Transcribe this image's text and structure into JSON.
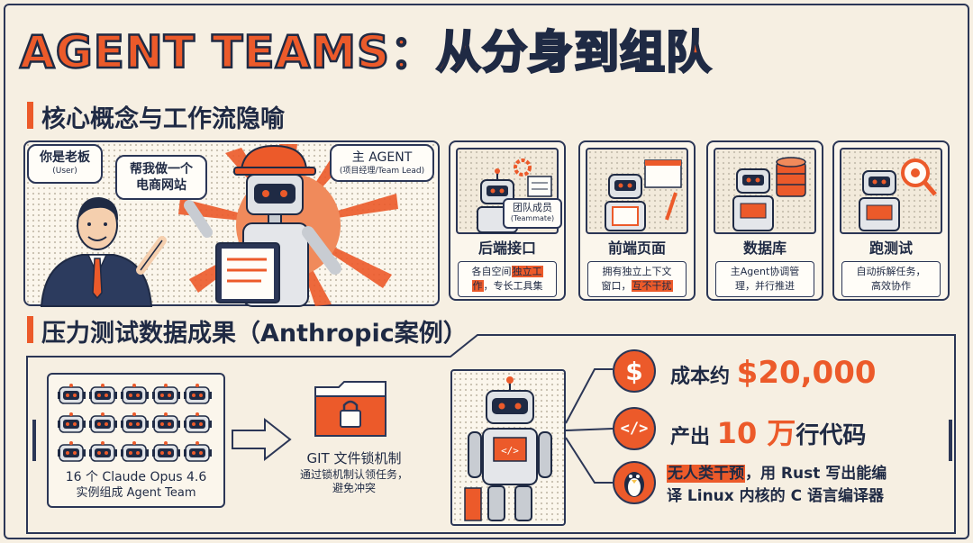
{
  "title": "AGENT TEAMS：从分身到组队",
  "section1": {
    "title": "核心概念与工作流隐喻",
    "boss_bubble": {
      "main": "你是老板",
      "sub": "(User)"
    },
    "request_bubble": {
      "line1": "帮我做一个",
      "line2": "电商网站"
    },
    "agent_bubble": {
      "main": "主 AGENT",
      "sub": "(项目经理/Team Lead)"
    },
    "teammate_badge": {
      "main": "团队成员",
      "sub": "(Teammate)"
    },
    "cards": [
      {
        "name": "后端接口",
        "desc_pre": "各自空间",
        "desc_hl": "独立工",
        "desc_line2_hl": "作",
        "desc_line2": "，专长工具集"
      },
      {
        "name": "前端页面",
        "desc_pre": "拥有独立上下文",
        "desc_line2_pre": "窗口，",
        "desc_line2_hl": "互不干扰"
      },
      {
        "name": "数据库",
        "desc_line1": "主Agent协调管",
        "desc_line2": "理，并行推进"
      },
      {
        "name": "跑测试",
        "desc_line1": "自动拆解任务，",
        "desc_line2": "高效协作"
      }
    ]
  },
  "section2": {
    "title": "压力测试数据成果（Anthropic案例）",
    "fleet": {
      "line1": "16 个 Claude Opus 4.6",
      "line2": "实例组成 Agent Team"
    },
    "git": {
      "title": "GIT 文件锁机制",
      "line1": "通过锁机制认领任务，",
      "line2": "避免冲突"
    },
    "stats": {
      "cost_label": "成本约 ",
      "cost_value": "$20,000",
      "code_pre": "产出 ",
      "code_value": "10 万",
      "code_post": "行代码",
      "compiler_hl": "无人类干预",
      "compiler_line1": "，用 Rust 写出能编",
      "compiler_line2": "译 Linux 内核的 C 语言编译器"
    }
  },
  "colors": {
    "accent": "#ec5a2a",
    "ink": "#1f2a44",
    "paper": "#f6efe2"
  },
  "icons": [
    "dollar-icon",
    "code-icon",
    "linux-penguin-icon",
    "folder-lock-icon",
    "gear-icon",
    "server-icon",
    "database-icon",
    "bug-magnifier-icon"
  ]
}
